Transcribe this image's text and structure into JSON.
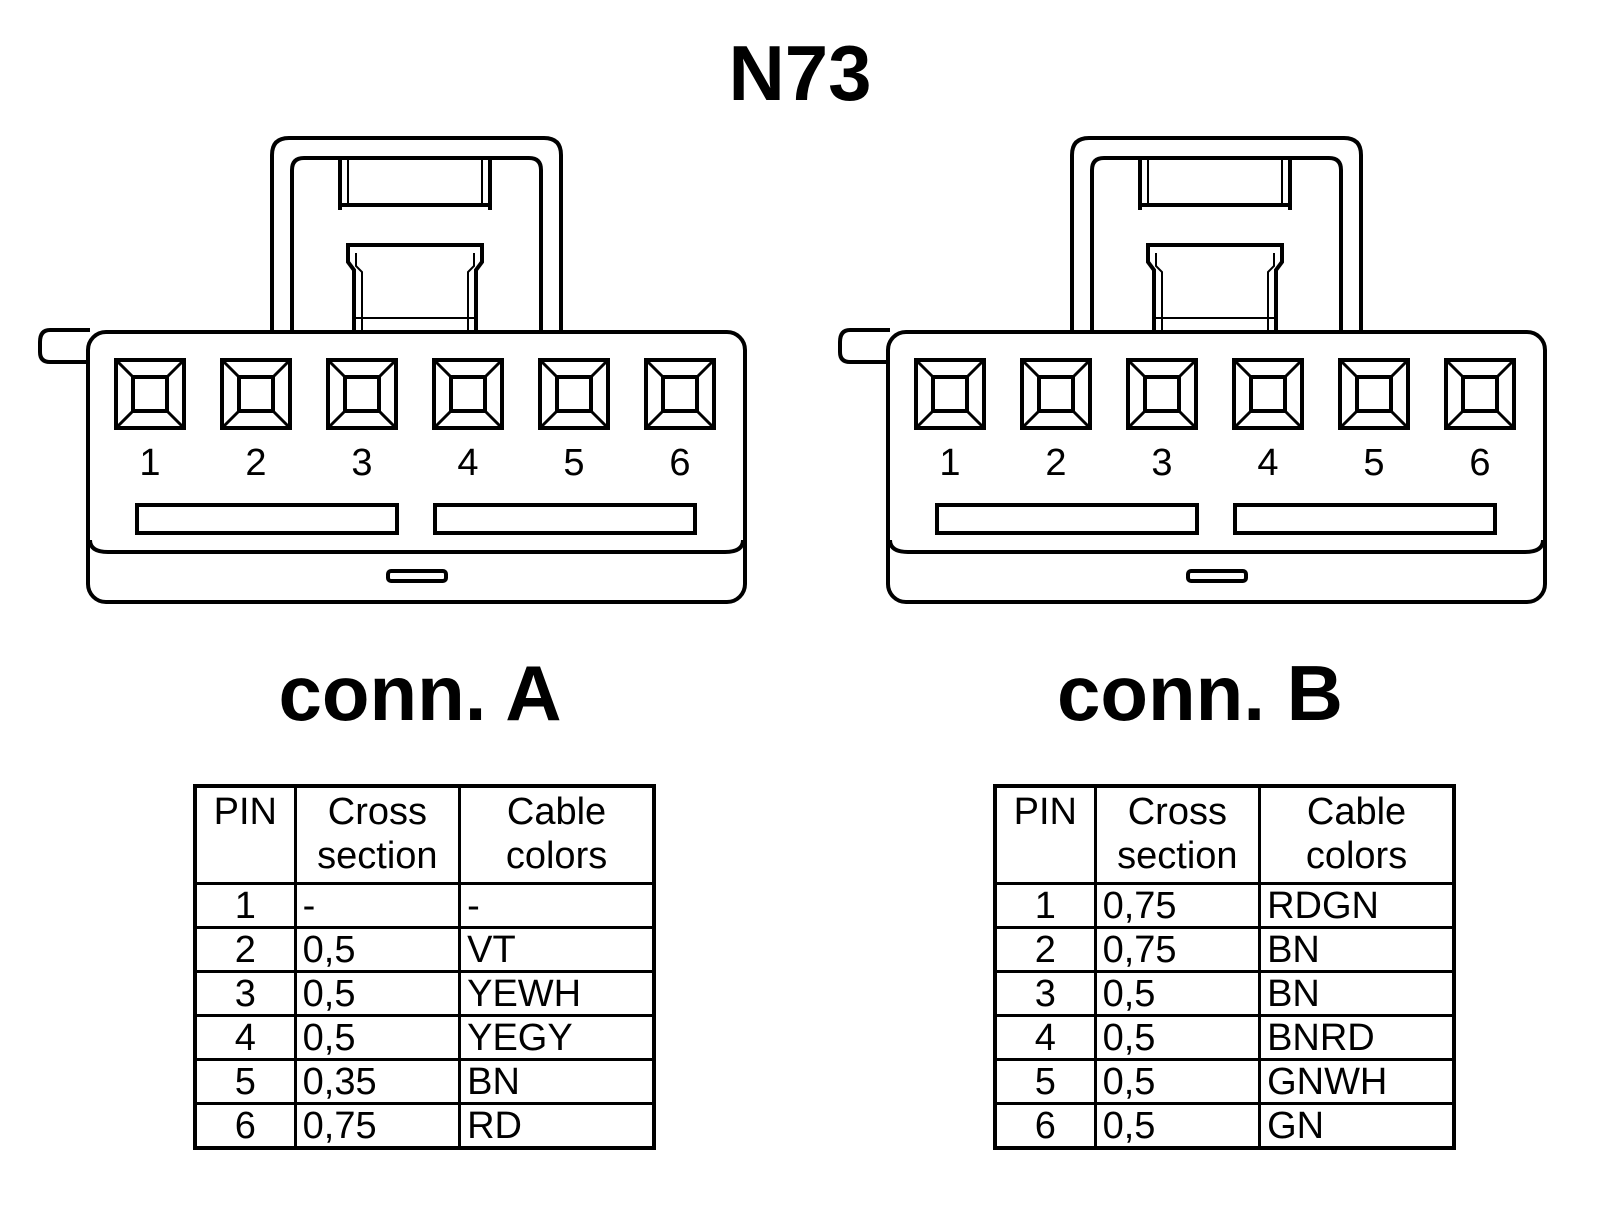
{
  "title": "N73",
  "connectors": [
    {
      "label": "conn. A",
      "pin_numbers": [
        "1",
        "2",
        "3",
        "4",
        "5",
        "6"
      ],
      "table": {
        "headers": {
          "pin": "PIN",
          "cross_line1": "Cross",
          "cross_line2": "section",
          "color_line1": "Cable",
          "color_line2": "colors"
        },
        "rows": [
          {
            "pin": "1",
            "cross_section": "-",
            "cable_colors": "-"
          },
          {
            "pin": "2",
            "cross_section": "0,5",
            "cable_colors": "VT"
          },
          {
            "pin": "3",
            "cross_section": "0,5",
            "cable_colors": "YEWH"
          },
          {
            "pin": "4",
            "cross_section": "0,5",
            "cable_colors": "YEGY"
          },
          {
            "pin": "5",
            "cross_section": "0,35",
            "cable_colors": "BN"
          },
          {
            "pin": "6",
            "cross_section": "0,75",
            "cable_colors": "RD"
          }
        ]
      }
    },
    {
      "label": "conn. B",
      "pin_numbers": [
        "1",
        "2",
        "3",
        "4",
        "5",
        "6"
      ],
      "table": {
        "headers": {
          "pin": "PIN",
          "cross_line1": "Cross",
          "cross_line2": "section",
          "color_line1": "Cable",
          "color_line2": "colors"
        },
        "rows": [
          {
            "pin": "1",
            "cross_section": "0,75",
            "cable_colors": "RDGN"
          },
          {
            "pin": "2",
            "cross_section": "0,75",
            "cable_colors": "BN"
          },
          {
            "pin": "3",
            "cross_section": "0,5",
            "cable_colors": "BN"
          },
          {
            "pin": "4",
            "cross_section": "0,5",
            "cable_colors": "BNRD"
          },
          {
            "pin": "5",
            "cross_section": "0,5",
            "cable_colors": "GNWH"
          },
          {
            "pin": "6",
            "cross_section": "0,5",
            "cable_colors": "GN"
          }
        ]
      }
    }
  ]
}
